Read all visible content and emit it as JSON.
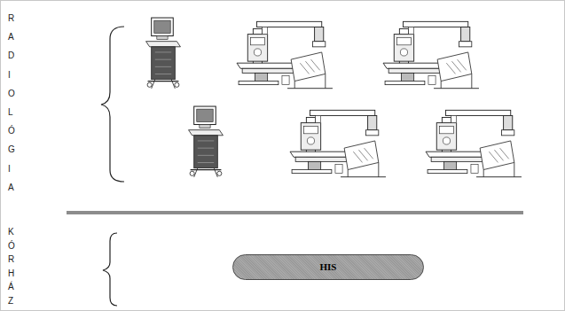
{
  "diagram": {
    "nodes": [
      {
        "text": [
          "HIS"
        ]
      }
    ],
    "labels": [
      "RADIOLÓGIA",
      "KÓRHÁZ"
    ]
  }
}
